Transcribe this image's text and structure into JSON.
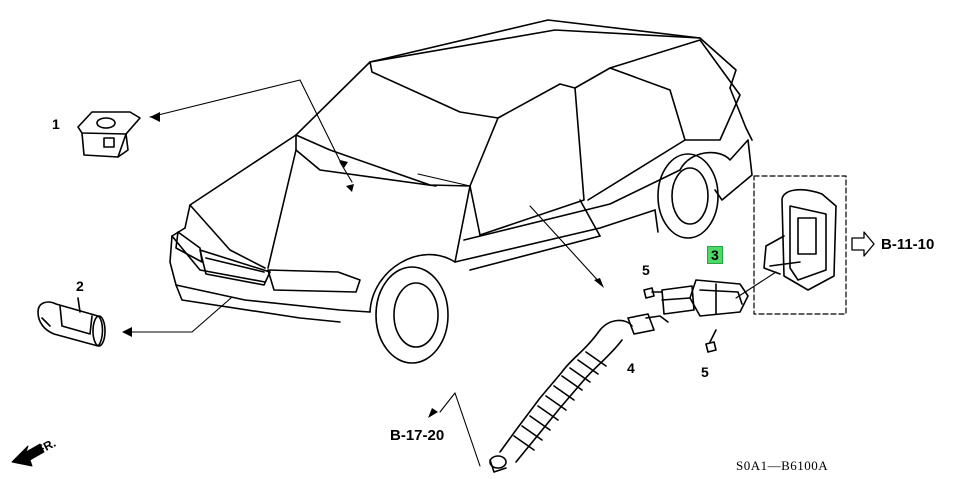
{
  "parts": [
    {
      "id": "part-1",
      "number": "1"
    },
    {
      "id": "part-2",
      "number": "2"
    },
    {
      "id": "part-3",
      "number": "3",
      "highlight_color": "#4cd964"
    },
    {
      "id": "part-4",
      "number": "4"
    },
    {
      "id": "part-5a",
      "number": "5"
    },
    {
      "id": "part-5b",
      "number": "5"
    }
  ],
  "references": {
    "upper_right": "B-11-10",
    "lower_left": "B-17-20"
  },
  "front_indicator": "FR.",
  "diagram_code": "S0A1—B6100A",
  "icons": [
    "car-body-icon",
    "switch-icon",
    "sensor-icon",
    "connector-icon",
    "bellows-harness-icon",
    "door-lock-icon",
    "bolt-icon",
    "arrow-icon"
  ]
}
